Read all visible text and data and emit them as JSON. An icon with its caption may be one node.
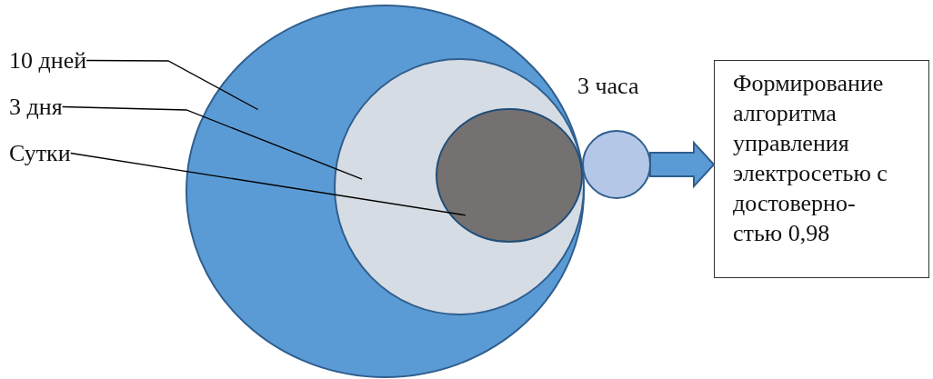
{
  "diagram": {
    "nodes": [
      {
        "text": [],
        "shape": "circle"
      },
      {
        "text": [],
        "shape": "circle",
        "in": 0
      },
      {
        "text": [],
        "shape": "circle",
        "in": 1
      },
      {
        "text": [],
        "shape": "circle"
      },
      {
        "text": [
          "Формирование алгоритма управления электросетью с достоверно- стью 0,98"
        ]
      },
      {
        "text": [
          "10 дней"
        ]
      },
      {
        "text": [
          "3 дня"
        ]
      },
      {
        "text": [
          "Сутки"
        ]
      }
    ],
    "edges": [
      {
        "from": 3,
        "to": 4,
        "arrow": "to",
        "style": "thick"
      },
      {
        "from": 5,
        "to": 0,
        "arrow": "none"
      },
      {
        "from": 6,
        "to": 1,
        "arrow": "none"
      },
      {
        "from": 7,
        "to": 2,
        "arrow": "none"
      }
    ],
    "labels": [
      "3 часа"
    ]
  }
}
